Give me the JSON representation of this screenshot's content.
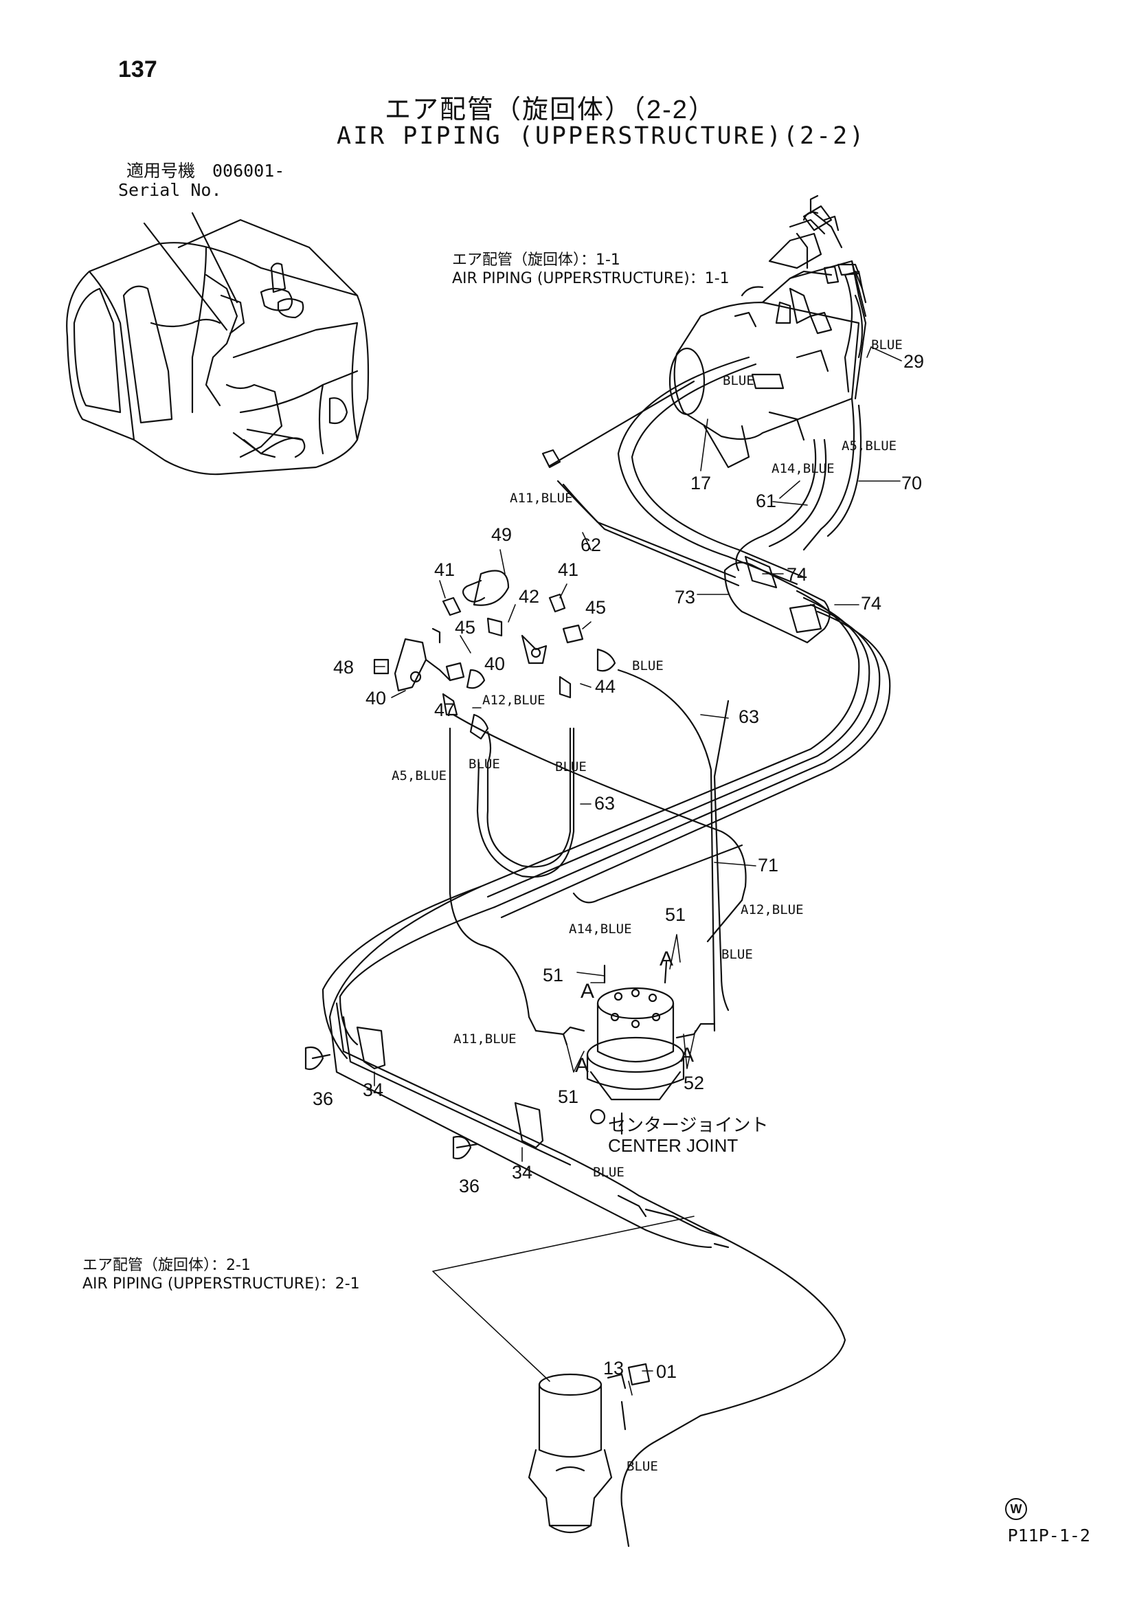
{
  "header": {
    "page_number": "137",
    "title_ja": "エア配管（旋回体）（2-2）",
    "title_en": "AIR PIPING (UPPERSTRUCTURE)(2-2)",
    "serial_ja": "適用号機　006001-",
    "serial_en": "Serial No."
  },
  "references": {
    "ref_1_1_ja": "エア配管（旋回体）：1-1",
    "ref_1_1_en": "AIR PIPING (UPPERSTRUCTURE)：1-1",
    "ref_2_1_ja": "エア配管（旋回体）：2-1",
    "ref_2_1_en": "AIR PIPING (UPPERSTRUCTURE)：2-1"
  },
  "center_joint": {
    "label_ja": "センタージョイント",
    "label_en": "CENTER JOINT"
  },
  "part_labels": [
    {
      "id": "p29",
      "text": "29"
    },
    {
      "id": "p17",
      "text": "17"
    },
    {
      "id": "p70",
      "text": "70"
    },
    {
      "id": "p61",
      "text": "61"
    },
    {
      "id": "p62",
      "text": "62"
    },
    {
      "id": "p49",
      "text": "49"
    },
    {
      "id": "p41a",
      "text": "41"
    },
    {
      "id": "p41b",
      "text": "41"
    },
    {
      "id": "p42",
      "text": "42"
    },
    {
      "id": "p45a",
      "text": "45"
    },
    {
      "id": "p45b",
      "text": "45"
    },
    {
      "id": "p48",
      "text": "48"
    },
    {
      "id": "p40a",
      "text": "40"
    },
    {
      "id": "p40b",
      "text": "40"
    },
    {
      "id": "p47",
      "text": "47"
    },
    {
      "id": "p44",
      "text": "44"
    },
    {
      "id": "p74a",
      "text": "74"
    },
    {
      "id": "p74b",
      "text": "74"
    },
    {
      "id": "p73",
      "text": "73"
    },
    {
      "id": "p63a",
      "text": "63"
    },
    {
      "id": "p63b",
      "text": "63"
    },
    {
      "id": "p71",
      "text": "71"
    },
    {
      "id": "p51a",
      "text": "51"
    },
    {
      "id": "p51b",
      "text": "51"
    },
    {
      "id": "p51c",
      "text": "51"
    },
    {
      "id": "p52",
      "text": "52"
    },
    {
      "id": "p36a",
      "text": "36"
    },
    {
      "id": "p36b",
      "text": "36"
    },
    {
      "id": "p34a",
      "text": "34"
    },
    {
      "id": "p34b",
      "text": "34"
    },
    {
      "id": "p13",
      "text": "13"
    },
    {
      "id": "p01",
      "text": "01"
    }
  ],
  "hose_tags": [
    {
      "id": "t_blue_29",
      "text": "BLUE"
    },
    {
      "id": "t_blue_valve",
      "text": "BLUE"
    },
    {
      "id": "t_a5_top",
      "text": "A5,BLUE"
    },
    {
      "id": "t_a14_top",
      "text": "A14,BLUE"
    },
    {
      "id": "t_a11_top",
      "text": "A11,BLUE"
    },
    {
      "id": "t_blue_63",
      "text": "BLUE"
    },
    {
      "id": "t_a12_top",
      "text": "A12,BLUE"
    },
    {
      "id": "t_a5_left",
      "text": "A5,BLUE"
    },
    {
      "id": "t_blue_l1",
      "text": "BLUE"
    },
    {
      "id": "t_blue_l2",
      "text": "BLUE"
    },
    {
      "id": "t_a12_right",
      "text": "A12,BLUE"
    },
    {
      "id": "t_a14_cj",
      "text": "A14,BLUE"
    },
    {
      "id": "t_blue_cj",
      "text": "BLUE"
    },
    {
      "id": "t_a11_cj",
      "text": "A11,BLUE"
    },
    {
      "id": "t_blue_low",
      "text": "BLUE"
    },
    {
      "id": "t_blue_dryer",
      "text": "BLUE"
    }
  ],
  "section_markers": [
    {
      "id": "a1",
      "text": "A"
    },
    {
      "id": "a2",
      "text": "A"
    },
    {
      "id": "a3",
      "text": "A"
    },
    {
      "id": "a4",
      "text": "A"
    }
  ],
  "footer": {
    "watermark": "W",
    "drawing_code": "P11P-1-2"
  }
}
